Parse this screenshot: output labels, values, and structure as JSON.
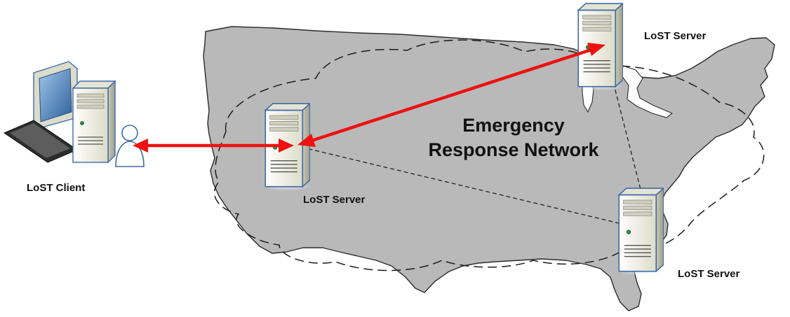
{
  "network": {
    "title_line1": "Emergency",
    "title_line2": "Response Network"
  },
  "client": {
    "label": "LoST Client"
  },
  "servers": [
    {
      "label": "LoST Server"
    },
    {
      "label": "LoST Server"
    },
    {
      "label": "LoST Server"
    }
  ],
  "colors": {
    "map_fill": "#b9b9b9",
    "map_stroke": "#2b2b2b",
    "arrow": "#ee1111",
    "server_body": "#eeeedd",
    "server_border": "#3f6aa6"
  },
  "icons": {
    "client": "desktop-computer-with-user-icon",
    "server": "server-tower-icon"
  }
}
